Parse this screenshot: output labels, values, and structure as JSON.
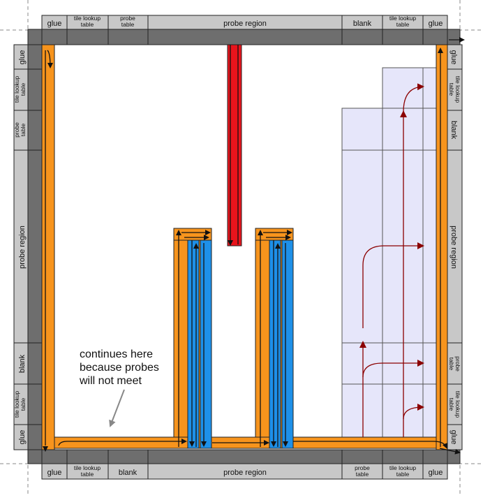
{
  "top_labels": {
    "glue_left": "glue",
    "tile_lookup": "tile lookup\ntable",
    "probe_table": "probe\ntable",
    "probe_region": "probe region",
    "blank": "blank",
    "tile_lookup_right": "tile lookup\ntable",
    "glue_right": "glue"
  },
  "bottom_labels": {
    "glue_left": "glue",
    "tile_lookup": "tile lookup\ntable",
    "blank": "blank",
    "probe_region": "probe region",
    "probe_table": "probe\ntable",
    "tile_lookup_right": "tile lookup\ntable",
    "glue_right": "glue"
  },
  "left_labels": {
    "glue_top": "glue",
    "tile_lookup": "tile lookup\ntable",
    "probe_table": "probe\ntable",
    "probe_region": "probe region",
    "blank": "blank",
    "tile_lookup_bottom": "tile lookup\ntable",
    "glue_bottom": "glue"
  },
  "right_labels": {
    "glue_top": "glue",
    "tile_lookup": "tile lookup\ntable",
    "blank": "blank",
    "probe_region": "probe region",
    "probe_table": "probe\ntable",
    "tile_lookup_bottom": "tile lookup\ntable",
    "glue_bottom": "glue"
  },
  "annotation": {
    "line1": "continues here",
    "line2": "because probes",
    "line3": "will not meet"
  },
  "colors": {
    "orange": "#f7941d",
    "blue": "#1e90e8",
    "red": "#e8141c",
    "lavender": "#e6e6fa",
    "dark_red": "#8b0000",
    "gray_light": "#c8c8c8",
    "gray_dark": "#6e6e6e"
  }
}
